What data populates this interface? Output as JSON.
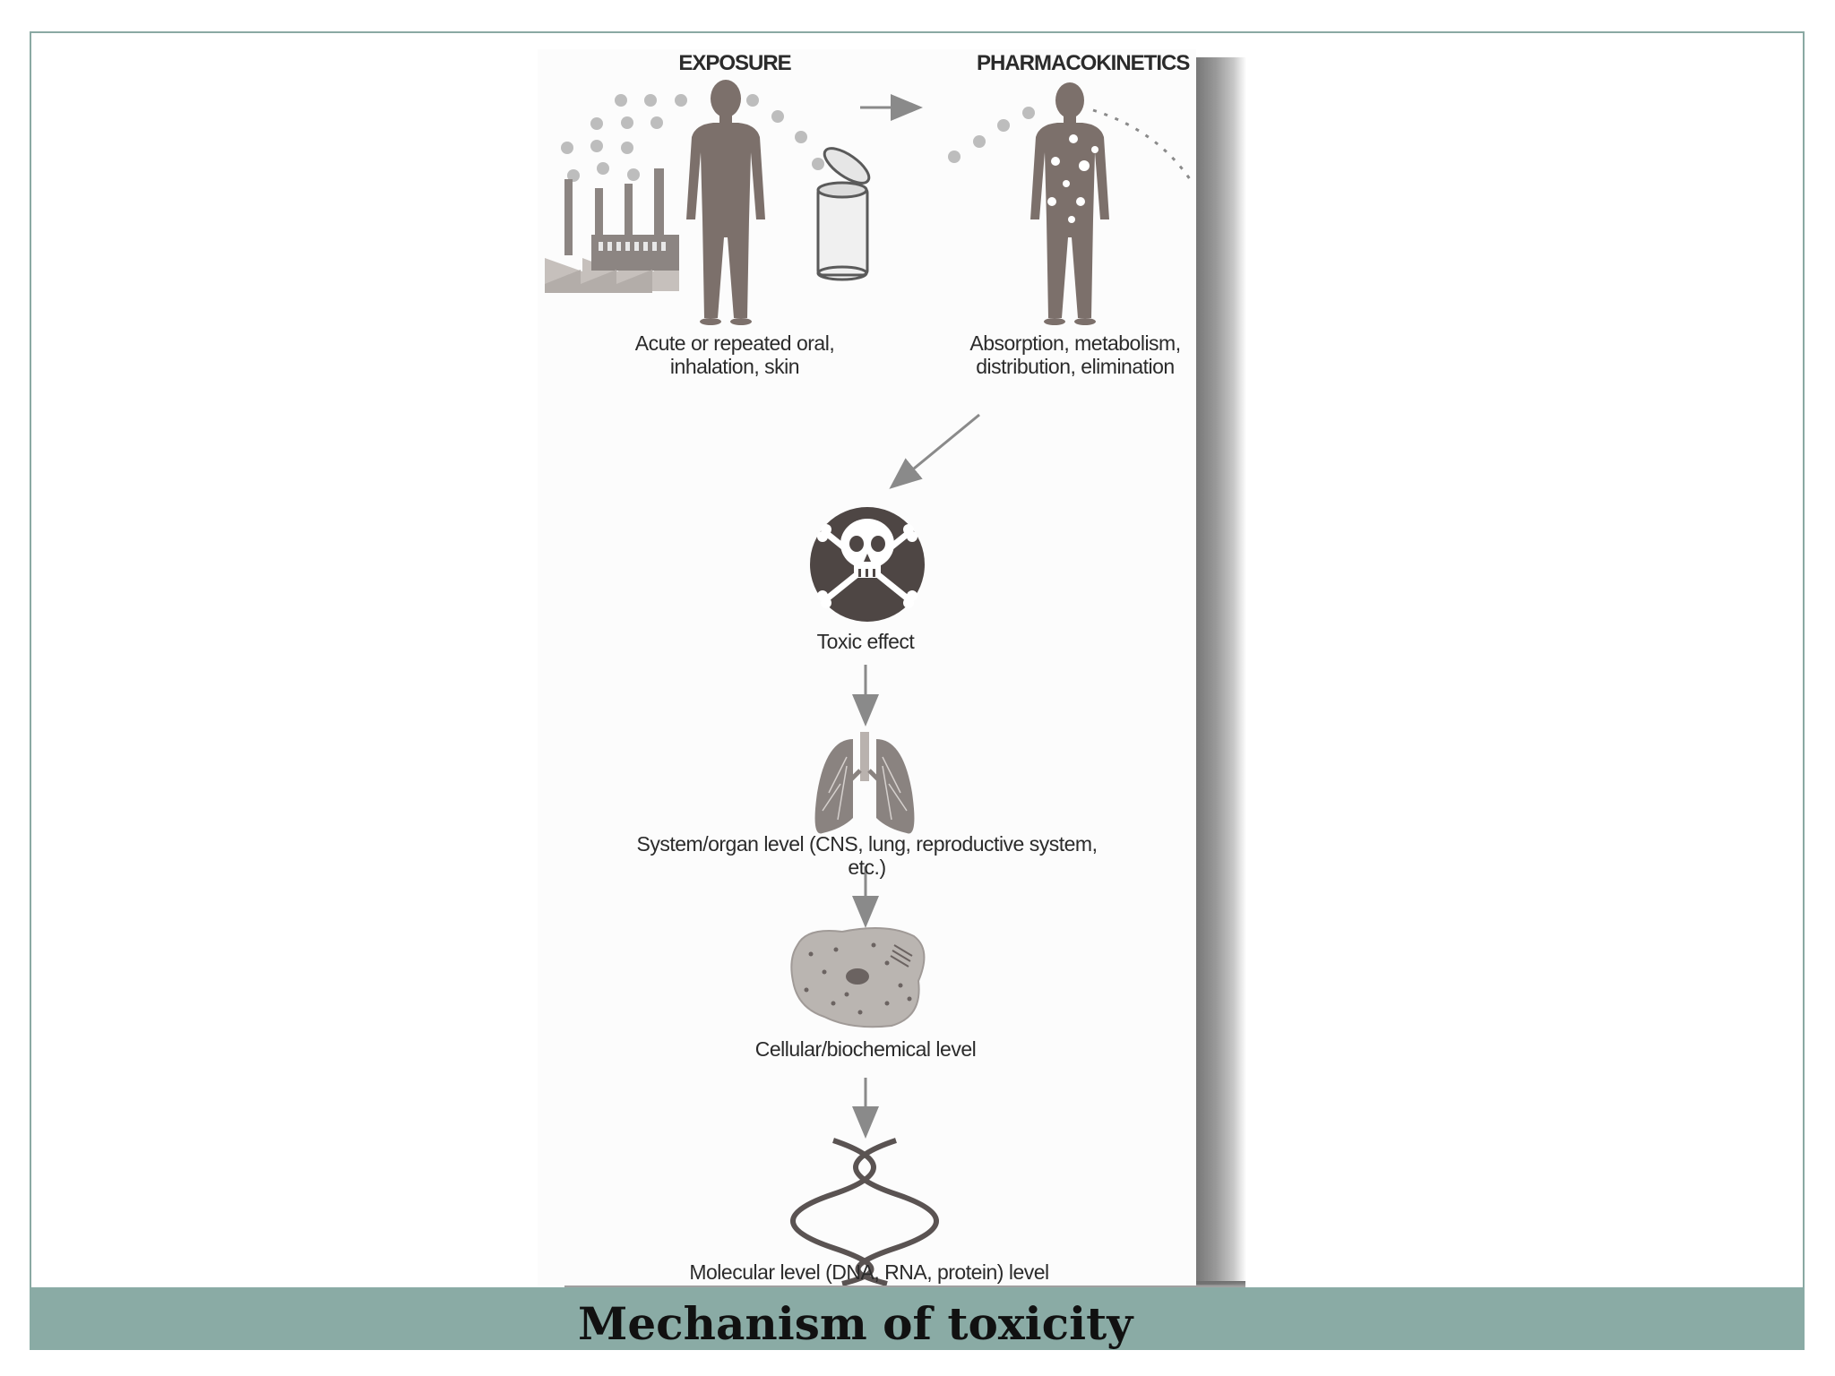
{
  "slide": {
    "title": "Mechanism of toxicity"
  },
  "diagram": {
    "stage_exposure": {
      "heading": "EXPOSURE",
      "caption_line1": "Acute or repeated oral,",
      "caption_line2": "inhalation, skin"
    },
    "stage_pharmacokinetics": {
      "heading": "PHARMACOKINETICS",
      "caption_line1": "Absorption, metabolism,",
      "caption_line2": "distribution, elimination"
    },
    "toxic_effect": {
      "label": "Toxic effect"
    },
    "system_level": {
      "label": "System/organ level (CNS, lung, reproductive system, etc.)"
    },
    "cellular_level": {
      "label": "Cellular/biochemical level"
    },
    "molecular_level": {
      "label": "Molecular level (DNA, RNA, protein) level"
    }
  },
  "icons": {
    "factory": "factory-icon",
    "person_exposure": "person-icon",
    "container": "container-icon",
    "person_pk": "person-absorption-icon",
    "skull": "skull-crossbones-icon",
    "lungs": "lungs-icon",
    "cell": "cell-icon",
    "dna": "dna-helix-icon"
  },
  "colors": {
    "title_bar": "#8aaba5",
    "frame_border": "#8aa9a3",
    "figure_gray": "#7c706b",
    "arrow_gray": "#8a8a8a"
  }
}
